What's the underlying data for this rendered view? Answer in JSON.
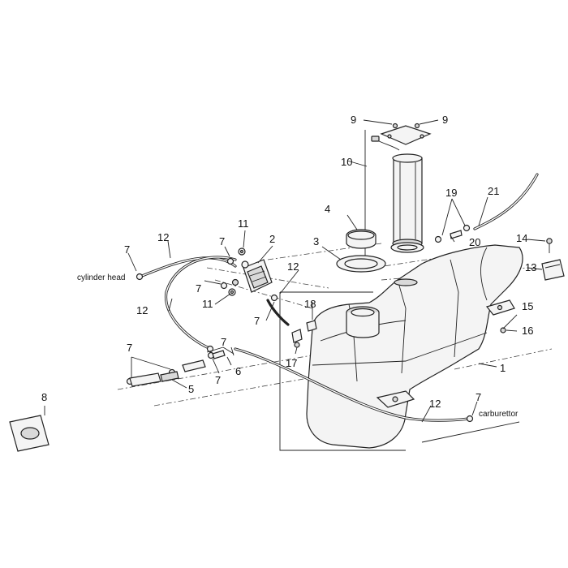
{
  "diagram": {
    "callouts": [
      {
        "id": "c1",
        "text": "1"
      },
      {
        "id": "c2",
        "text": "2"
      },
      {
        "id": "c3",
        "text": "3"
      },
      {
        "id": "c4",
        "text": "4"
      },
      {
        "id": "c5",
        "text": "5"
      },
      {
        "id": "c6",
        "text": "6"
      },
      {
        "id": "c7a",
        "text": "7"
      },
      {
        "id": "c7b",
        "text": "7"
      },
      {
        "id": "c7c",
        "text": "7"
      },
      {
        "id": "c7d",
        "text": "7"
      },
      {
        "id": "c7e",
        "text": "7"
      },
      {
        "id": "c7f",
        "text": "7"
      },
      {
        "id": "c7g",
        "text": "7"
      },
      {
        "id": "c7h",
        "text": "7"
      },
      {
        "id": "c8",
        "text": "8"
      },
      {
        "id": "c9a",
        "text": "9"
      },
      {
        "id": "c9b",
        "text": "9"
      },
      {
        "id": "c10",
        "text": "10"
      },
      {
        "id": "c11a",
        "text": "11"
      },
      {
        "id": "c11b",
        "text": "11"
      },
      {
        "id": "c12a",
        "text": "12"
      },
      {
        "id": "c12b",
        "text": "12"
      },
      {
        "id": "c12c",
        "text": "12"
      },
      {
        "id": "c12d",
        "text": "12"
      },
      {
        "id": "c13",
        "text": "13"
      },
      {
        "id": "c14",
        "text": "14"
      },
      {
        "id": "c15",
        "text": "15"
      },
      {
        "id": "c16",
        "text": "16"
      },
      {
        "id": "c17",
        "text": "17"
      },
      {
        "id": "c18",
        "text": "18"
      },
      {
        "id": "c19",
        "text": "19"
      },
      {
        "id": "c20",
        "text": "20"
      },
      {
        "id": "c21",
        "text": "21"
      }
    ],
    "notes": {
      "cylinder_head": "cylinder head",
      "carburettor": "carburettor"
    }
  }
}
